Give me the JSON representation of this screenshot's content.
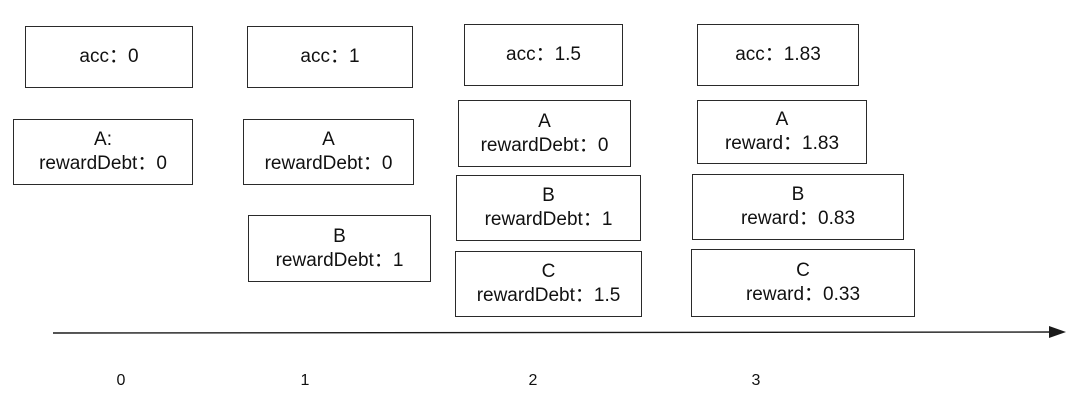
{
  "columns": [
    {
      "acc": "acc：0",
      "entries": [
        {
          "name": "A:",
          "detail": "rewardDebt：0"
        }
      ]
    },
    {
      "acc": "acc：1",
      "entries": [
        {
          "name": "A",
          "detail": "rewardDebt：0"
        },
        {
          "name": "B",
          "detail": "rewardDebt：1"
        }
      ]
    },
    {
      "acc": "acc：1.5",
      "entries": [
        {
          "name": "A",
          "detail": "rewardDebt：0"
        },
        {
          "name": "B",
          "detail": "rewardDebt：1"
        },
        {
          "name": "C",
          "detail": "rewardDebt：1.5"
        }
      ]
    },
    {
      "acc": "acc：1.83",
      "entries": [
        {
          "name": "A",
          "detail": "reward：1.83"
        },
        {
          "name": "B",
          "detail": "reward：0.83"
        },
        {
          "name": "C",
          "detail": "reward：0.33"
        }
      ]
    }
  ],
  "timeline": {
    "ticks": [
      "0",
      "1",
      "2",
      "3"
    ]
  }
}
